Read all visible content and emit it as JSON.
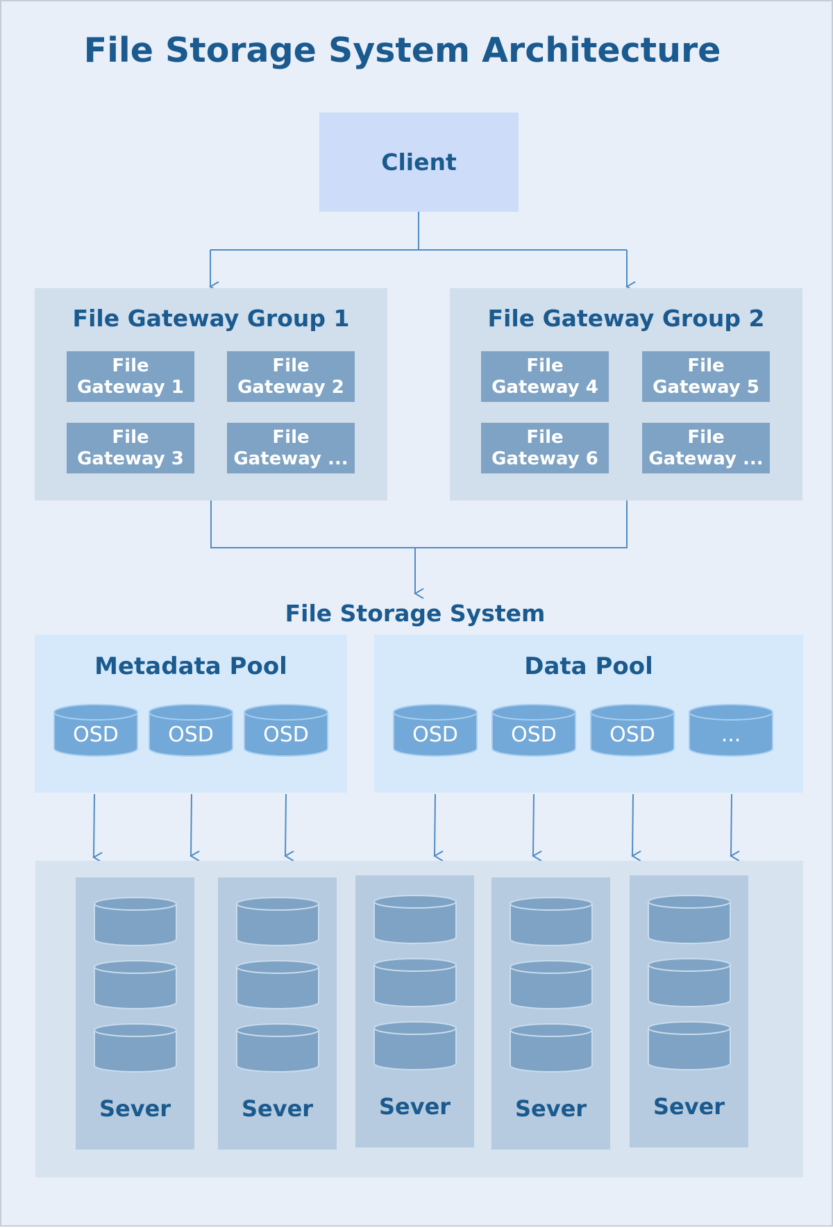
{
  "title": "File Storage System Architecture",
  "client": {
    "label": "Client"
  },
  "gateway_groups": [
    {
      "title": "File Gateway Group  1",
      "gateways": [
        [
          "File",
          "Gateway 1"
        ],
        [
          "File",
          "Gateway 2"
        ],
        [
          "File",
          "Gateway 3"
        ],
        [
          "File",
          "Gateway ..."
        ]
      ]
    },
    {
      "title": "File Gateway Group 2",
      "gateways": [
        [
          "File",
          "Gateway 4"
        ],
        [
          "File",
          "Gateway 5"
        ],
        [
          "File",
          "Gateway 6"
        ],
        [
          "File",
          "Gateway ..."
        ]
      ]
    }
  ],
  "file_storage_system": {
    "title": "File Storage System"
  },
  "metadata_pool": {
    "title": "Metadata Pool",
    "osds": [
      "OSD",
      "OSD",
      "OSD"
    ]
  },
  "data_pool": {
    "title": "Data Pool",
    "osds": [
      "OSD",
      "OSD",
      "OSD",
      "..."
    ]
  },
  "servers": [
    "Sever",
    "Sever",
    "Sever",
    "Sever",
    "Sever"
  ],
  "colors": {
    "title_text": "#1b5a8e",
    "client_fill": "#cddcf8",
    "group_fill": "#d1deec",
    "gateway_fill": "#7ea3c4",
    "pool_fill": "#d6e9fa",
    "osd_fill": "#72a9d8",
    "server_fill": "#b6cbdf",
    "disk_fill": "#7ea3c4",
    "connector": "#4f8bc6"
  }
}
